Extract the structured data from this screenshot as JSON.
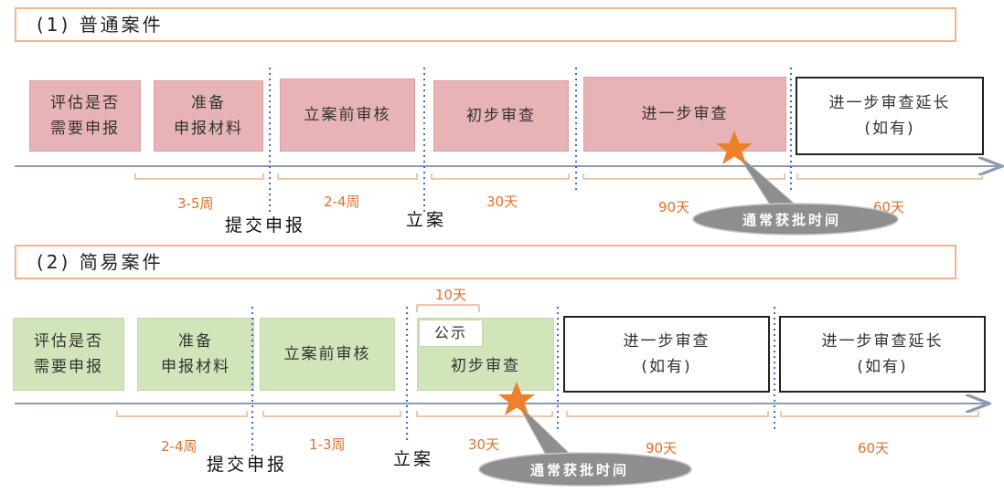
{
  "section1": {
    "header": "(1) 普通案件",
    "boxes": [
      {
        "label": "评估是否\n需要申报"
      },
      {
        "label": "准备\n申报材料"
      },
      {
        "label": "立案前审核"
      },
      {
        "label": "初步审查"
      },
      {
        "label": "进一步审查"
      },
      {
        "label": "进一步审查延长\n(如有)"
      }
    ],
    "durations": [
      "3-5周",
      "2-4周",
      "30天",
      "90天",
      "60天"
    ],
    "milestones": [
      "提交申报",
      "立案"
    ],
    "callout": "通常获批时间"
  },
  "section2": {
    "header": "(2) 简易案件",
    "boxes": [
      {
        "label": "评估是否\n需要申报"
      },
      {
        "label": "准备\n申报材料"
      },
      {
        "label": "立案前审核"
      },
      {
        "label": "公示"
      },
      {
        "label": "初步审查"
      },
      {
        "label": "进一步审查\n(如有)"
      },
      {
        "label": "进一步审查延长\n(如有)"
      }
    ],
    "top_duration": "10天",
    "durations": [
      "2-4周",
      "1-3周",
      "30天",
      "90天",
      "60天"
    ],
    "milestones": [
      "提交申报",
      "立案"
    ],
    "callout": "通常获批时间"
  },
  "colors": {
    "pink": "#e8b3b6",
    "green": "#d2e4b9",
    "orange": "#e0702a",
    "axis": "#8a9bb0",
    "dotted": "#3b6fc9",
    "callout": "#8e8e8e"
  }
}
